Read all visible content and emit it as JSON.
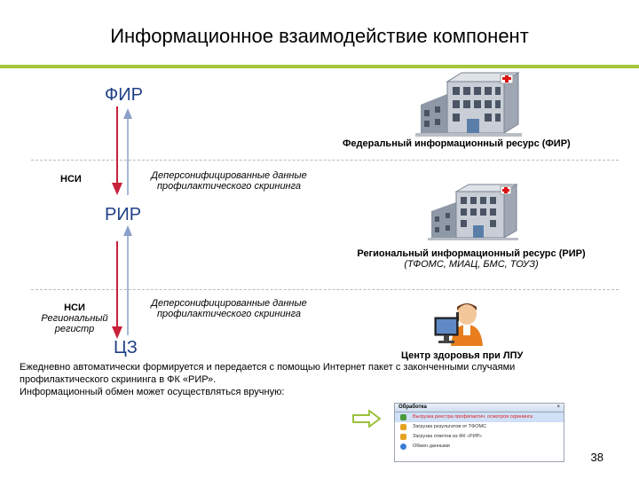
{
  "title": "Информационное взаимодействие компонент",
  "fir": {
    "label": "ФИР",
    "caption": "Федеральный информационный ресурс (ФИР)"
  },
  "nsi_top": "НСИ",
  "transfer_top": {
    "line1": "Деперсонифицированные данные",
    "line2": "профилактического скрининга"
  },
  "rir": {
    "label": "РИР",
    "caption_line1": "Региональный информационный ресурс (РИР)",
    "caption_line2": "(ТФОМС, МИАЦ, БМС, ТОУЗ)"
  },
  "nsi_bottom": {
    "line1": "НСИ",
    "line2": "Региональный",
    "line3": "регистр"
  },
  "transfer_bottom": {
    "line1": "Деперсонифицированные данные",
    "line2": "профилактического скрининга"
  },
  "cz": {
    "label": "ЦЗ",
    "caption": "Центр здоровья при ЛПУ"
  },
  "bottom_text": {
    "line1": "Ежедневно автоматически формируется  и передается с помощью Интернет пакет с законченными случаями",
    "line2": "профилактического скрининга в ФК «РИР».",
    "line3": "Информационный обмен может осуществляться вручную:"
  },
  "menu": {
    "title": "Обработка",
    "close": "×",
    "items": [
      "Выгрузка реестра профилактич. осмотров скрининга",
      "Загрузка результатов от ТФОМС",
      "Загрузка ответов из ФК «РИР»",
      "Обмен данными"
    ]
  },
  "page_number": "38",
  "colors": {
    "accent_green": "#a4c63a",
    "arrow_down": "#c8213a",
    "arrow_up": "#8aa0c8",
    "label_blue": "#1f3f86",
    "hint_arrow": "#9ac23c"
  }
}
